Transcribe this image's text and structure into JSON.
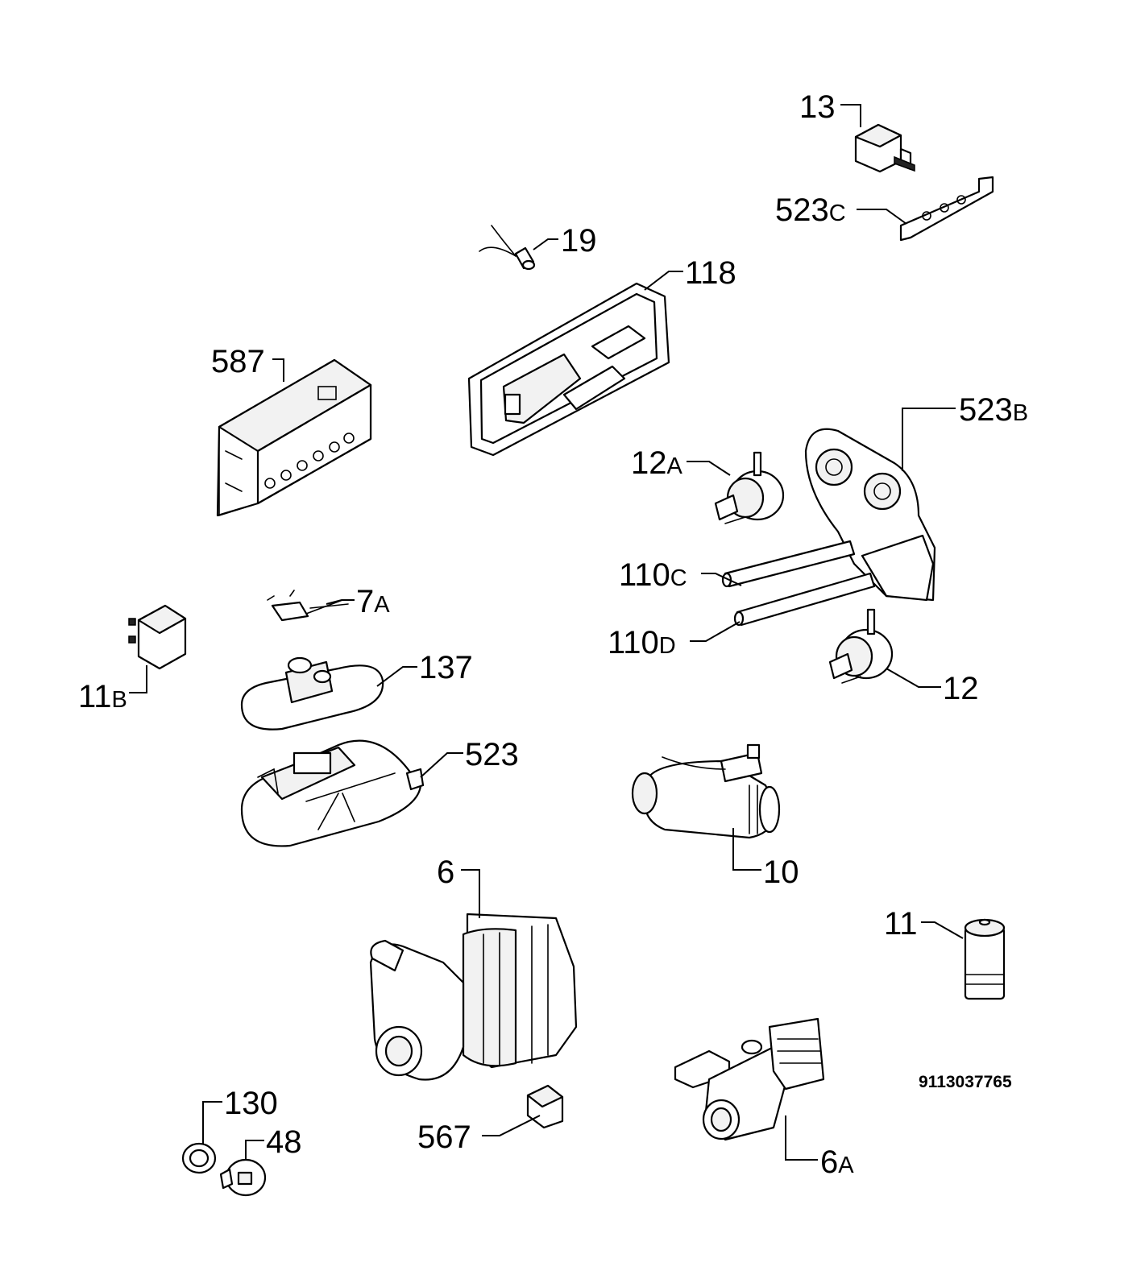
{
  "diagram": {
    "document_number": "9113037765",
    "parts": [
      {
        "id": "p13",
        "main": "13",
        "suffix": ""
      },
      {
        "id": "p523c",
        "main": "523",
        "suffix": "C"
      },
      {
        "id": "p19",
        "main": "19",
        "suffix": ""
      },
      {
        "id": "p118",
        "main": "118",
        "suffix": ""
      },
      {
        "id": "p587",
        "main": "587",
        "suffix": ""
      },
      {
        "id": "p523b",
        "main": "523",
        "suffix": "B"
      },
      {
        "id": "p12a",
        "main": "12",
        "suffix": "A"
      },
      {
        "id": "p110c",
        "main": "110",
        "suffix": "C"
      },
      {
        "id": "p110d",
        "main": "110",
        "suffix": "D"
      },
      {
        "id": "p12",
        "main": "12",
        "suffix": ""
      },
      {
        "id": "p7a",
        "main": "7",
        "suffix": "A"
      },
      {
        "id": "p11b",
        "main": "11",
        "suffix": "B"
      },
      {
        "id": "p137",
        "main": "137",
        "suffix": ""
      },
      {
        "id": "p523",
        "main": "523",
        "suffix": ""
      },
      {
        "id": "p10",
        "main": "10",
        "suffix": ""
      },
      {
        "id": "p6",
        "main": "6",
        "suffix": ""
      },
      {
        "id": "p11",
        "main": "11",
        "suffix": ""
      },
      {
        "id": "p130",
        "main": "130",
        "suffix": ""
      },
      {
        "id": "p48",
        "main": "48",
        "suffix": ""
      },
      {
        "id": "p567",
        "main": "567",
        "suffix": ""
      },
      {
        "id": "p6a",
        "main": "6",
        "suffix": "A"
      }
    ]
  }
}
